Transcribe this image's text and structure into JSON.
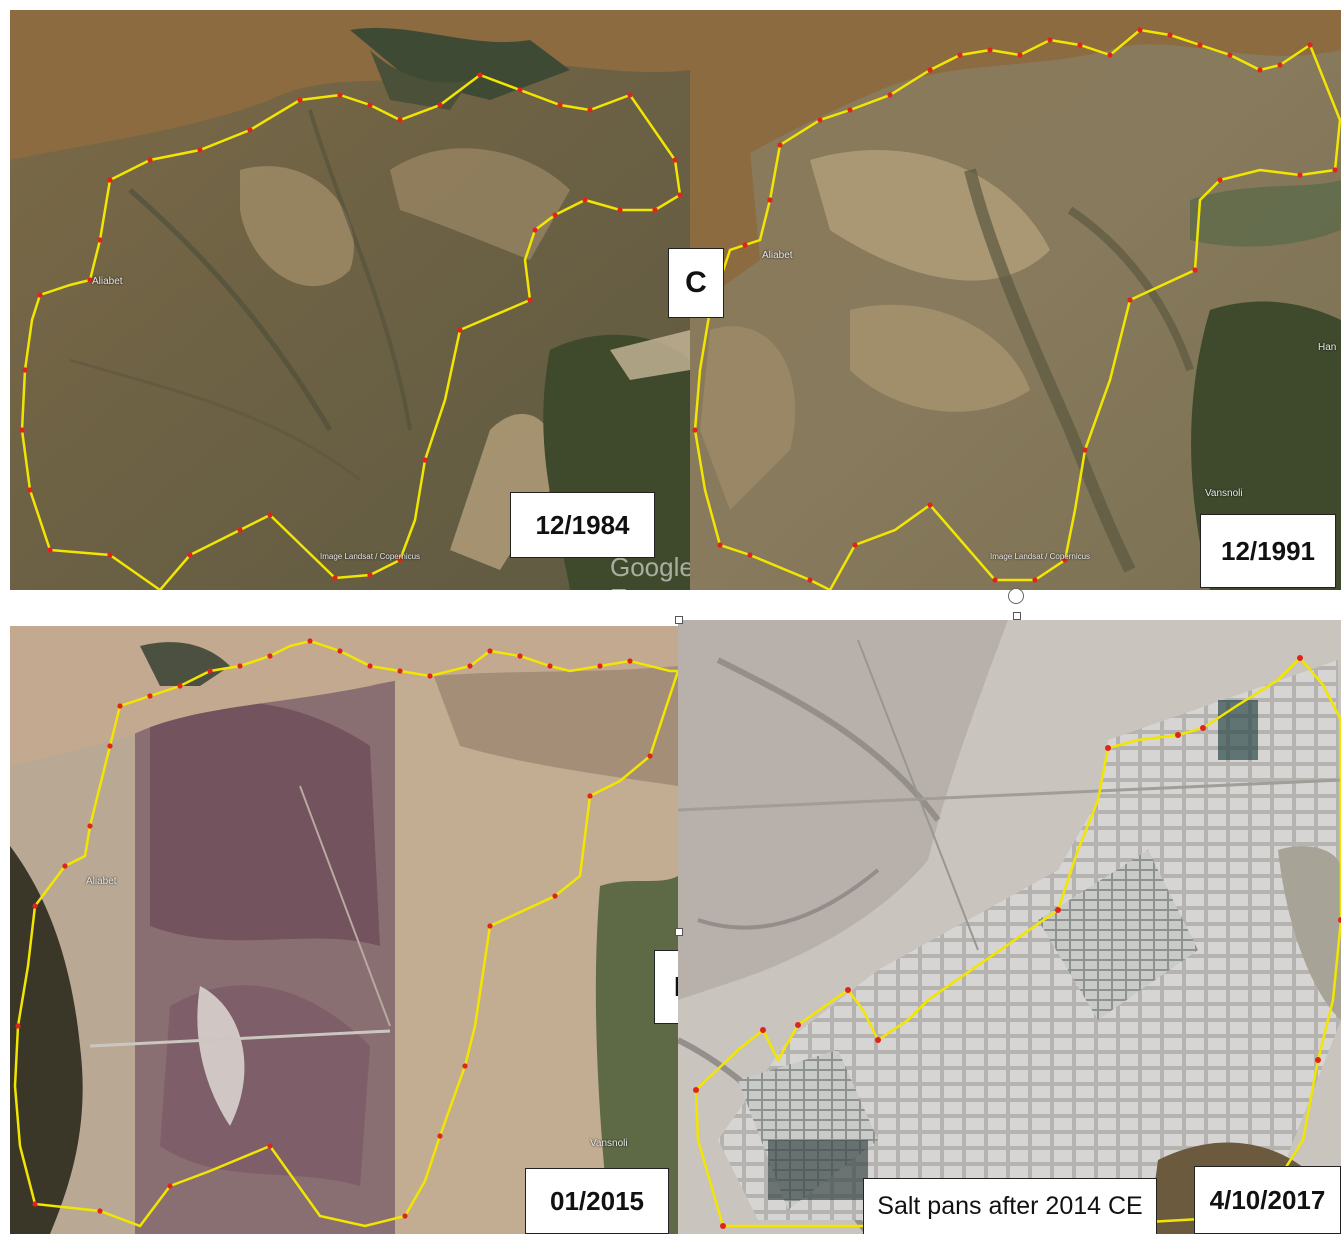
{
  "panels": {
    "p1984": {
      "date": "12/1984",
      "place": "Aliabet",
      "credit": "Image Landsat / Copernicus",
      "watermark": "Google E"
    },
    "p1991": {
      "date": "12/1991",
      "place": "Aliabet",
      "place2": "Vansnoli",
      "place3": "Han",
      "credit": "Image Landsat / Copernicus"
    },
    "p2015": {
      "date": "01/2015",
      "place": "Aliabet",
      "place2": "Vansnoli"
    },
    "p2017": {
      "date": "4/10/2017",
      "caption": "Salt pans after 2014 CE"
    }
  },
  "section_labels": {
    "top": "C",
    "bottom": "D"
  },
  "colors": {
    "boundary": "#f2e600",
    "vertex": "#e0241b"
  }
}
